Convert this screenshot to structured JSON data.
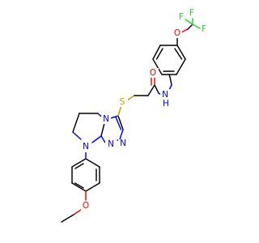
{
  "molecule": {
    "colors": {
      "carbon_bond": "#000000",
      "nitrogen": "#0000ff",
      "oxygen": "#ff0000",
      "sulfur": "#b8a000",
      "fluorine": "#33cc33"
    },
    "atom_labels": {
      "o_methoxy": "O",
      "n_ring_7": "N",
      "n_ring_1": "N",
      "n_ring_2": "N",
      "n_ring_4": "N",
      "s_thio": "S",
      "o_carbonyl": "O",
      "n_amide": "N",
      "h_amide": "H",
      "o_ocf3": "O",
      "f_1": "F",
      "f_2": "F",
      "f_3": "F"
    }
  }
}
